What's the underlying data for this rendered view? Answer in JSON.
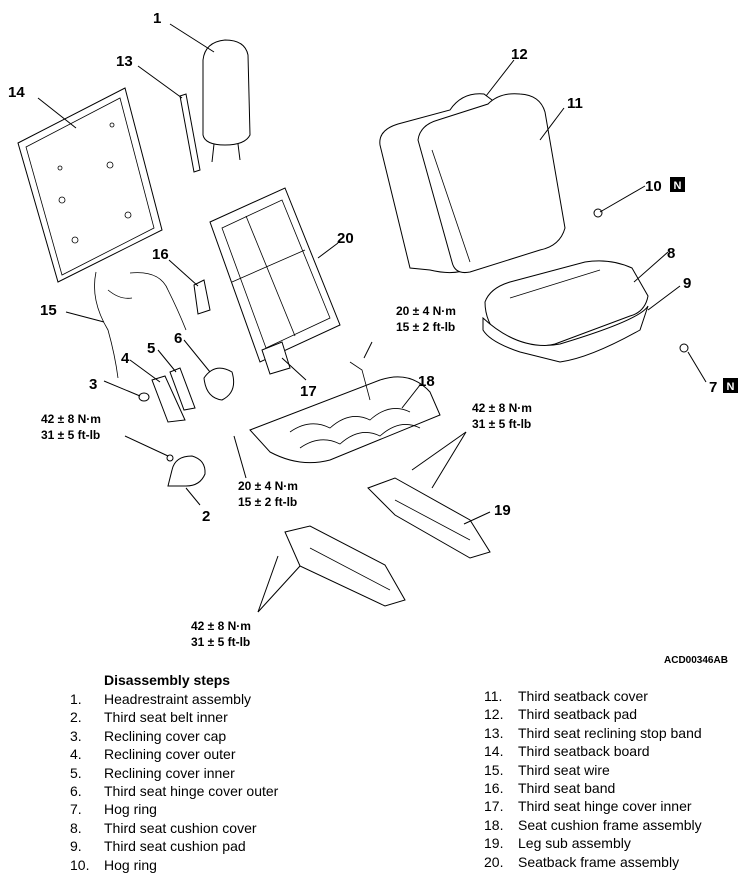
{
  "diagram": {
    "code": "ACD00346AB",
    "callouts": {
      "c1": "1",
      "c2": "2",
      "c3": "3",
      "c4": "4",
      "c5": "5",
      "c6": "6",
      "c7": "7",
      "c8": "8",
      "c9": "9",
      "c10": "10",
      "c11": "11",
      "c12": "12",
      "c13": "13",
      "c14": "14",
      "c15": "15",
      "c16": "16",
      "c17": "17",
      "c18": "18",
      "c19": "19",
      "c20": "20"
    },
    "n_marker": "N",
    "torques": {
      "t1": {
        "nm": "20 ± 4 N·m",
        "ftlb": "15 ± 2 ft-lb"
      },
      "t2": {
        "nm": "42 ± 8 N·m",
        "ftlb": "31 ± 5 ft-lb"
      },
      "t3": {
        "nm": "20 ± 4 N·m",
        "ftlb": "15 ± 2 ft-lb"
      },
      "t4": {
        "nm": "42 ± 8 N·m",
        "ftlb": "31 ± 5 ft-lb"
      },
      "t5": {
        "nm": "42 ± 8 N·m",
        "ftlb": "31 ± 5 ft-lb"
      }
    }
  },
  "steps": {
    "title": "Disassembly steps",
    "items": [
      {
        "num": "1.",
        "label": "Headrestraint assembly"
      },
      {
        "num": "2.",
        "label": "Third seat belt inner"
      },
      {
        "num": "3.",
        "label": "Reclining cover cap"
      },
      {
        "num": "4.",
        "label": "Reclining cover outer"
      },
      {
        "num": "5.",
        "label": "Reclining cover inner"
      },
      {
        "num": "6.",
        "label": "Third seat hinge cover outer"
      },
      {
        "num": "7.",
        "label": "Hog ring"
      },
      {
        "num": "8.",
        "label": "Third seat cushion cover"
      },
      {
        "num": "9.",
        "label": "Third seat cushion pad"
      },
      {
        "num": "10.",
        "label": "Hog ring"
      },
      {
        "num": "11.",
        "label": "Third seatback cover"
      },
      {
        "num": "12.",
        "label": "Third seatback pad"
      },
      {
        "num": "13.",
        "label": "Third seat reclining stop band"
      },
      {
        "num": "14.",
        "label": "Third seatback board"
      },
      {
        "num": "15.",
        "label": "Third seat wire"
      },
      {
        "num": "16.",
        "label": "Third seat band"
      },
      {
        "num": "17.",
        "label": "Third seat hinge cover inner"
      },
      {
        "num": "18.",
        "label": "Seat cushion frame assembly"
      },
      {
        "num": "19.",
        "label": "Leg sub assembly"
      },
      {
        "num": "20.",
        "label": "Seatback frame assembly"
      }
    ]
  }
}
